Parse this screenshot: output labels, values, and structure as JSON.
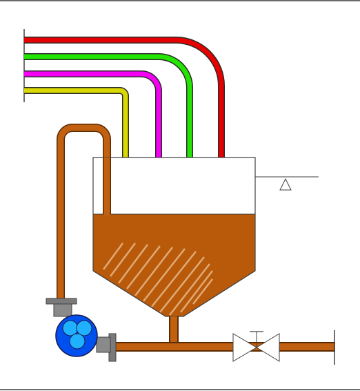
{
  "colors": {
    "background": "#ffffff",
    "frame": "#3a3a3a",
    "outline": "#404040",
    "pipe_red": "#e60000",
    "pipe_green": "#22e600",
    "pipe_magenta": "#f500f5",
    "pipe_yellow": "#d9d900",
    "slurry": "#b85a0a",
    "slurry_pipe": "#c06010",
    "pump_body": "#0050f0",
    "pump_lobe": "#1fb0ff",
    "flange": "#7a7a7a",
    "tank": "#ffffff",
    "valve": "#ffffff"
  },
  "components": {
    "feed_lines": [
      "red-feed-pipe",
      "green-feed-pipe",
      "magenta-feed-pipe",
      "yellow-feed-pipe"
    ],
    "tank": "hopper-tank",
    "level_marker": "level-indicator-icon",
    "pump": "centrifugal-pump-icon",
    "valve": "gate-valve-icon"
  }
}
